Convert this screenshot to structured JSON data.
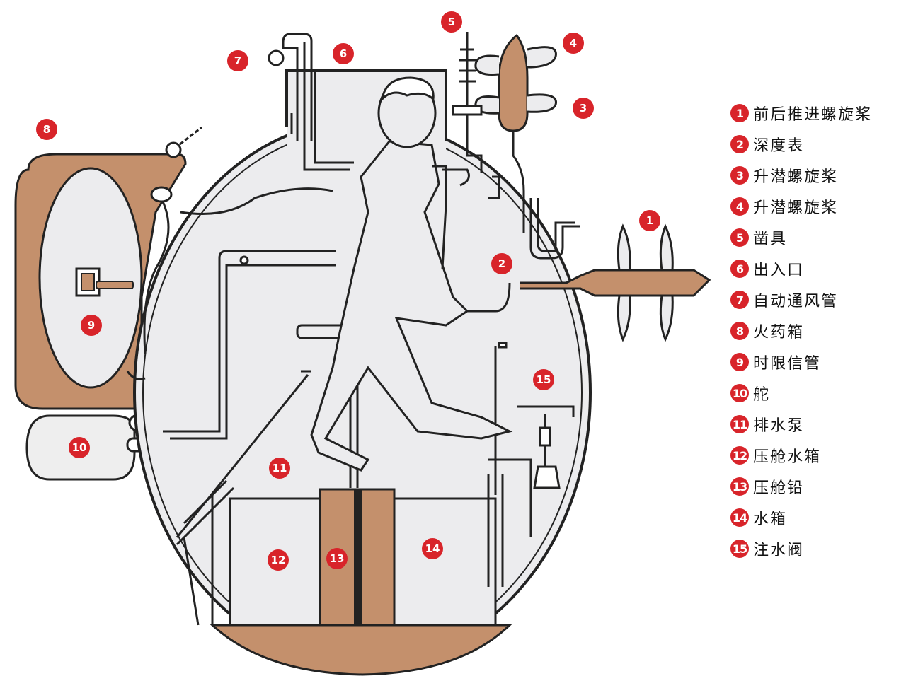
{
  "colors": {
    "marker": "#d8242a",
    "tan": "#c4906c",
    "hull_fill": "#ececee",
    "outline": "#222222",
    "light_fill": "#eeeeee"
  },
  "markers": [
    {
      "id": "1",
      "label": "1"
    },
    {
      "id": "2",
      "label": "2"
    },
    {
      "id": "3",
      "label": "3"
    },
    {
      "id": "4",
      "label": "4"
    },
    {
      "id": "5",
      "label": "5"
    },
    {
      "id": "6",
      "label": "6"
    },
    {
      "id": "7",
      "label": "7"
    },
    {
      "id": "8",
      "label": "8"
    },
    {
      "id": "9",
      "label": "9"
    },
    {
      "id": "10",
      "label": "10"
    },
    {
      "id": "11",
      "label": "11"
    },
    {
      "id": "12",
      "label": "12"
    },
    {
      "id": "13",
      "label": "13"
    },
    {
      "id": "14",
      "label": "14"
    },
    {
      "id": "15",
      "label": "15"
    }
  ],
  "legend": [
    {
      "num": "1",
      "text": "前后推进螺旋桨"
    },
    {
      "num": "2",
      "text": "深度表"
    },
    {
      "num": "3",
      "text": "升潜螺旋桨"
    },
    {
      "num": "4",
      "text": "升潜螺旋桨"
    },
    {
      "num": "5",
      "text": "凿具"
    },
    {
      "num": "6",
      "text": "出入口"
    },
    {
      "num": "7",
      "text": "自动通风管"
    },
    {
      "num": "8",
      "text": "火药箱"
    },
    {
      "num": "9",
      "text": "时限信管"
    },
    {
      "num": "10",
      "text": "舵"
    },
    {
      "num": "11",
      "text": "排水泵"
    },
    {
      "num": "12",
      "text": "压舱水箱"
    },
    {
      "num": "13",
      "text": "压舱铅"
    },
    {
      "num": "14",
      "text": "水箱"
    },
    {
      "num": "15",
      "text": "注水阀"
    }
  ]
}
